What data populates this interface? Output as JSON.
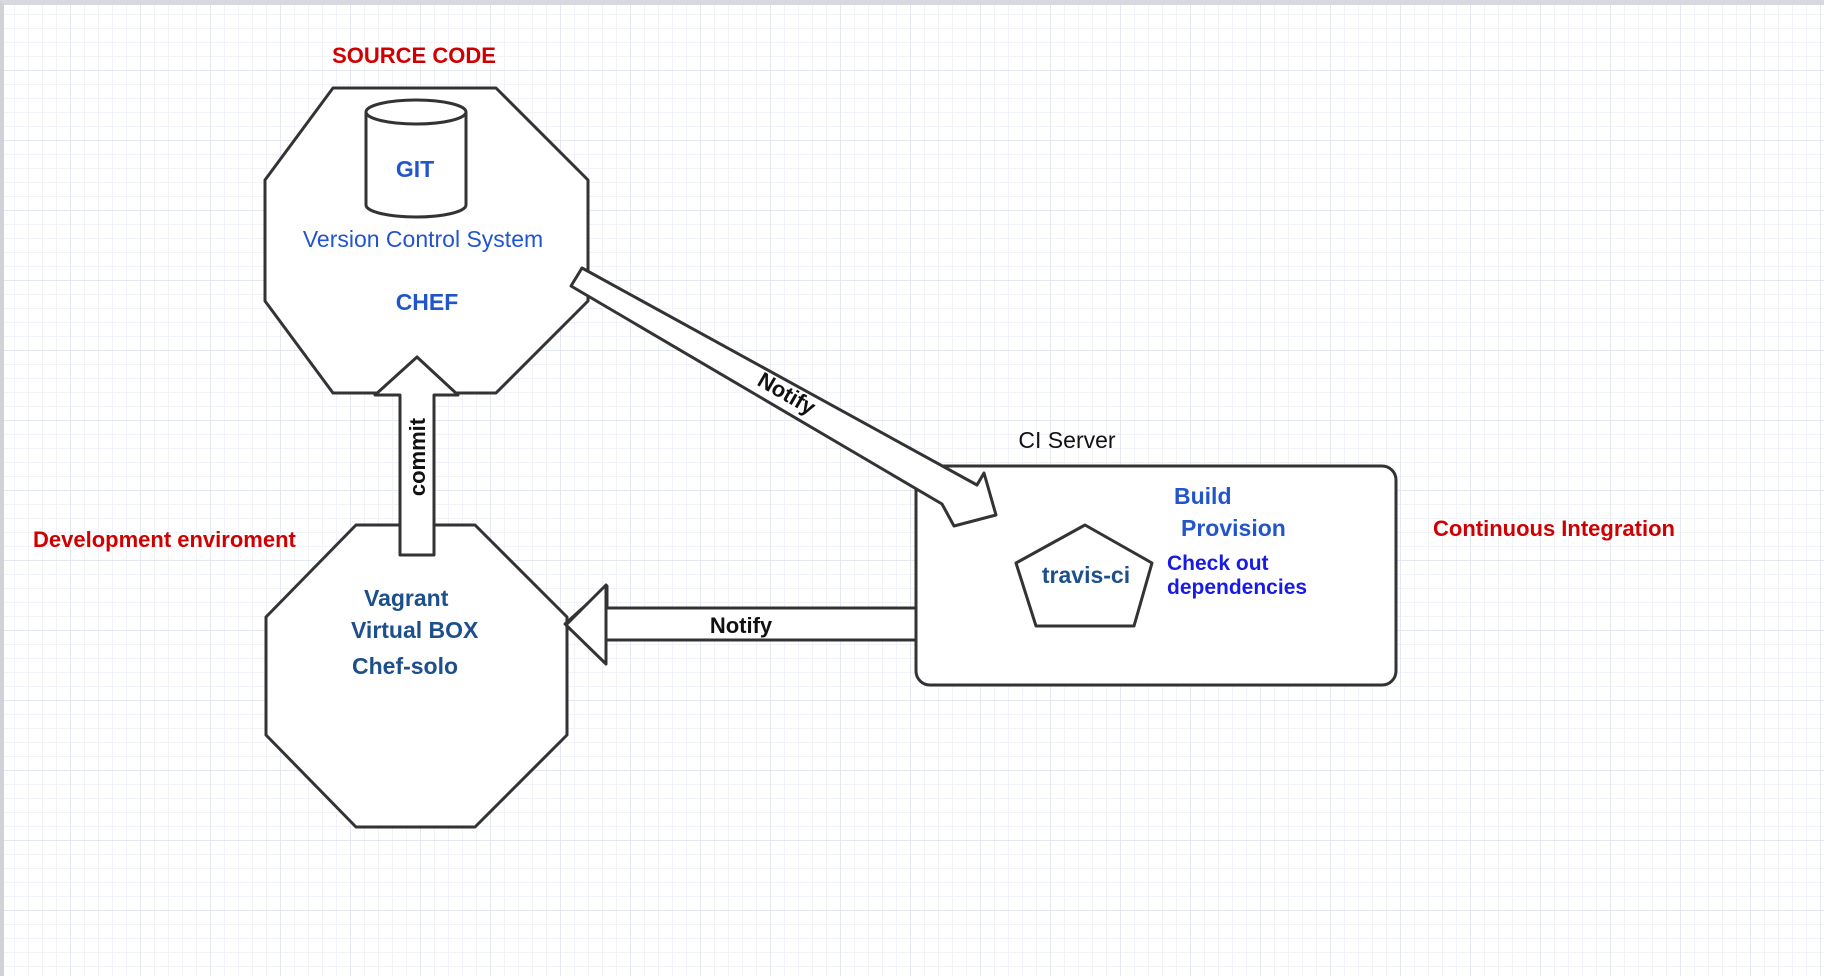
{
  "diagram": {
    "source_code": {
      "title": "SOURCE CODE",
      "git_label": "GIT",
      "vcs_label": "Version Control System",
      "chef_label": "CHEF"
    },
    "dev_env": {
      "title": "Development enviroment",
      "lines": [
        "Vagrant",
        "Virtual BOX",
        "Chef-solo"
      ]
    },
    "ci_server": {
      "caption": "CI Server",
      "steps": [
        "Build",
        "Provision"
      ],
      "checkout_lines": [
        "Check out",
        "dependencies"
      ],
      "tool_label": "travis-ci"
    },
    "continuous_integration_label": "Continuous Integration",
    "arrows": {
      "commit_label": "commit",
      "notify_to_ci_label": "Notify",
      "notify_to_dev_label": "Notify"
    }
  },
  "colors": {
    "heading_red": "#d00000",
    "label_blue": "#2255cc",
    "label_navy": "#1c4f8c",
    "checkout_blue": "#1a1ae6",
    "outline": "#333333"
  }
}
